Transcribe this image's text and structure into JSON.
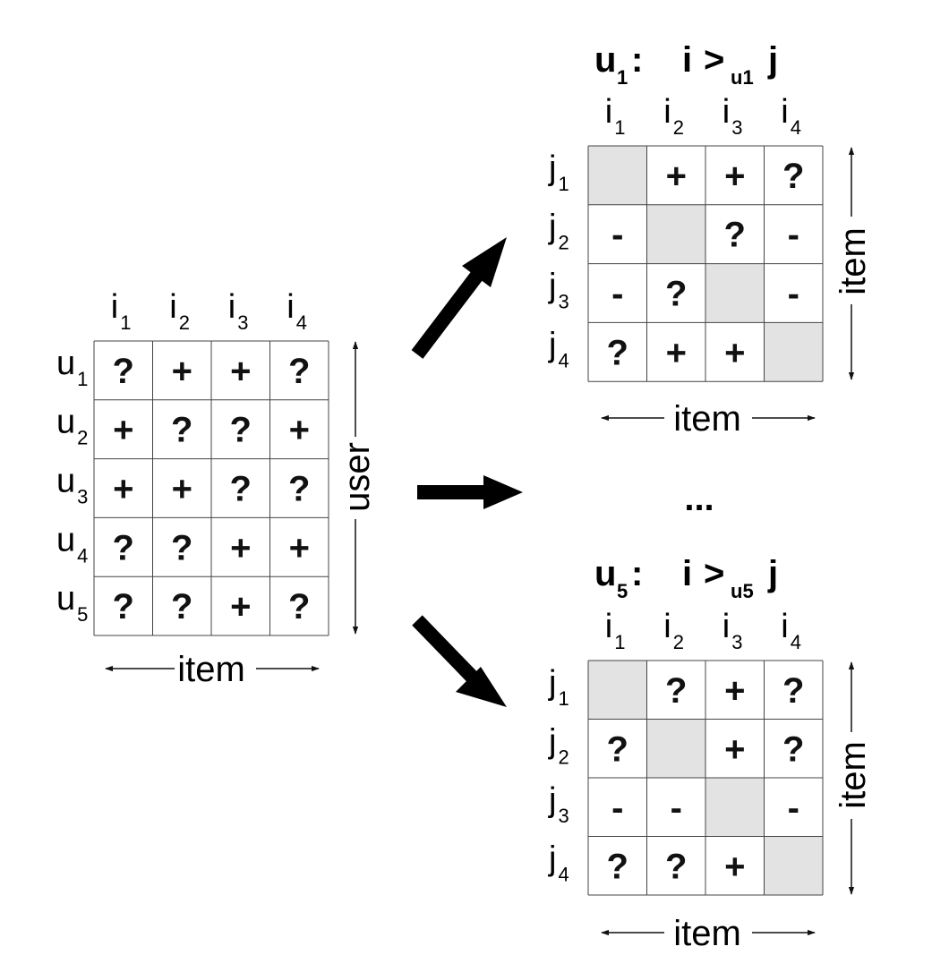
{
  "user_item_matrix": {
    "row_letter": "u",
    "col_letter": "i",
    "row_indices": [
      "1",
      "2",
      "3",
      "4",
      "5"
    ],
    "col_indices": [
      "1",
      "2",
      "3",
      "4"
    ],
    "cells": [
      [
        "?",
        "+",
        "+",
        "?"
      ],
      [
        "+",
        "?",
        "?",
        "+"
      ],
      [
        "+",
        "+",
        "?",
        "?"
      ],
      [
        "?",
        "?",
        "+",
        "+"
      ],
      [
        "?",
        "?",
        "+",
        "?"
      ]
    ],
    "x_axis_label": "item",
    "y_axis_label": "user"
  },
  "user_matrices": [
    {
      "title": {
        "user": "u",
        "user_index": "1",
        "colon": ":",
        "left": "i",
        "relation": ">",
        "relation_sub": "u1",
        "right": "j"
      },
      "row_letter": "j",
      "col_letter": "i",
      "row_indices": [
        "1",
        "2",
        "3",
        "4"
      ],
      "col_indices": [
        "1",
        "2",
        "3",
        "4"
      ],
      "cells": [
        [
          "",
          "+",
          "+",
          "?"
        ],
        [
          "-",
          "",
          "?",
          "-"
        ],
        [
          "-",
          "?",
          "",
          "-"
        ],
        [
          "?",
          "+",
          "+",
          ""
        ]
      ],
      "x_axis_label": "item",
      "y_axis_label": "item"
    },
    {
      "title": {
        "user": "u",
        "user_index": "5",
        "colon": ":",
        "left": "i",
        "relation": ">",
        "relation_sub": "u5",
        "right": "j"
      },
      "row_letter": "j",
      "col_letter": "i",
      "row_indices": [
        "1",
        "2",
        "3",
        "4"
      ],
      "col_indices": [
        "1",
        "2",
        "3",
        "4"
      ],
      "cells": [
        [
          "",
          "?",
          "+",
          "?"
        ],
        [
          "?",
          "",
          "+",
          "?"
        ],
        [
          "-",
          "-",
          "",
          "-"
        ],
        [
          "?",
          "?",
          "+",
          ""
        ]
      ],
      "x_axis_label": "item",
      "y_axis_label": "item"
    }
  ],
  "ellipsis": "...",
  "colors": {
    "diagonal_fill": "#e3e3e3",
    "grid_line": "#444444",
    "ink": "#111111"
  }
}
